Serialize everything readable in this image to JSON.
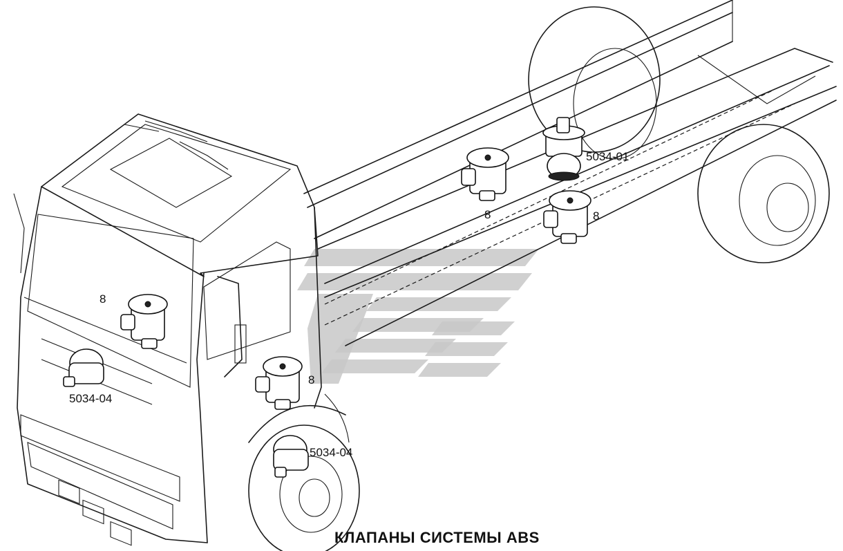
{
  "title": "КЛАПАНЫ СИСТЕМЫ ABS",
  "callouts": {
    "cab_valve_upper": "8",
    "cab_valve_lower": "8",
    "frame_valve_left": "8",
    "frame_valve_right": "8",
    "sensor_cab": "5034-04",
    "sensor_wheel": "5034-04",
    "relay_valve": "5034-01"
  },
  "colors": {
    "line": "#1a1a1a",
    "watermark": "#c8c8c8",
    "background": "#ffffff"
  }
}
